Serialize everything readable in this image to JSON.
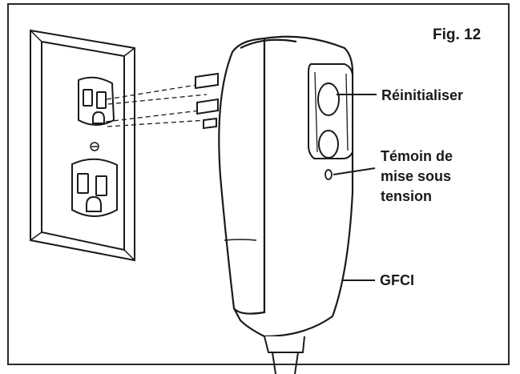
{
  "figure": {
    "number": "Fig. 12"
  },
  "callouts": {
    "reset": "Réinitialiser",
    "power_indicator": [
      "Témoin de",
      "mise sous",
      "tension"
    ],
    "gfci": "GFCI"
  },
  "colors": {
    "line": "#1a1a1a",
    "frame": "#2a2a2a",
    "background": "#ffffff"
  }
}
